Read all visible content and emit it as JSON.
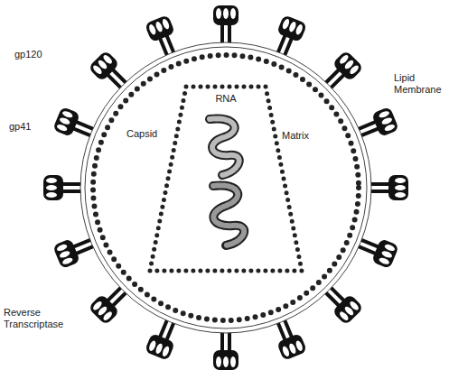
{
  "diagram": {
    "labels": [
      "gp120",
      "gp41",
      "Reverse Transcriptase",
      "RNA",
      "Capsid",
      "Matrix",
      "Lipid Membrane"
    ]
  }
}
